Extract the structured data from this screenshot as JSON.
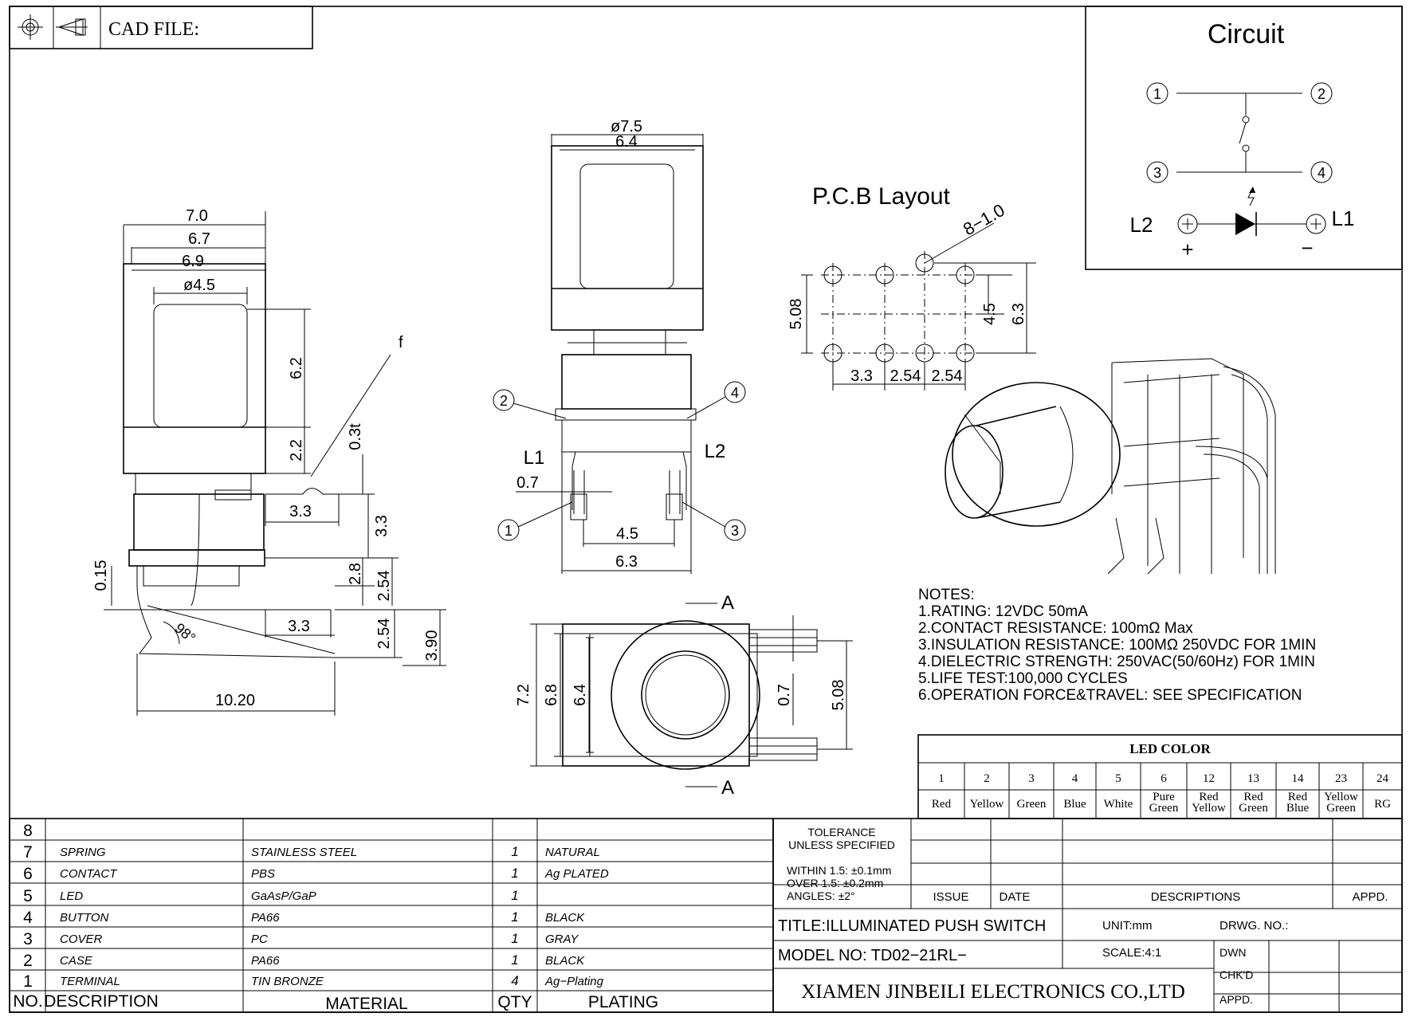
{
  "header": {
    "cad_label": "CAD FILE:"
  },
  "circuit": {
    "title": "Circuit",
    "pins": [
      "1",
      "2",
      "3",
      "4"
    ],
    "l1": "L1",
    "l2": "L2",
    "plus": "+",
    "minus": "−"
  },
  "pcb_layout": {
    "title": "P.C.B Layout",
    "dims": {
      "holes": "8−1.0",
      "h1": "5.08",
      "h2": "4.5",
      "h3": "6.3",
      "w1": "3.3",
      "w2": "2.54",
      "w3": "2.54"
    }
  },
  "side_view": {
    "dims": {
      "d70": "7.0",
      "d67": "6.7",
      "d69": "6.9",
      "d45": "ø4.5",
      "d62": "6.2",
      "d22": "2.2",
      "d03t": "0.3t",
      "f": "f",
      "d33a": "3.3",
      "d33b": "3.3",
      "d28": "2.8",
      "d254a": "2.54",
      "d015": "0.15",
      "d33c": "3.3",
      "d254b": "2.54",
      "d390": "3.90",
      "d98": "98°",
      "d1020": "10.20"
    }
  },
  "front_view": {
    "dims": {
      "d75": "ø7.5",
      "d64": "6.4",
      "d07": "0.7",
      "d45": "4.5",
      "d63": "6.3"
    },
    "labels": {
      "l1": "L1",
      "l2": "L2",
      "p1": "1",
      "p2": "2",
      "p3": "3",
      "p4": "4"
    }
  },
  "top_view": {
    "dims": {
      "d72": "7.2",
      "d68": "6.8",
      "d64": "6.4",
      "d07": "0.7",
      "d508": "5.08"
    },
    "section": "A"
  },
  "notes": [
    "NOTES:",
    "1.RATING:  12VDC  50mA",
    "2.CONTACT  RESISTANCE:  100mΩ  Max",
    "3.INSULATION  RESISTANCE:  100MΩ  250VDC  FOR  1MIN",
    "4.DIELECTRIC  STRENGTH:  250VAC(50/60Hz)  FOR  1MIN",
    "5.LIFE  TEST:100,000  CYCLES",
    "6.OPERATION  FORCE&TRAVEL:  SEE  SPECIFICATION"
  ],
  "led_color": {
    "title": "LED COLOR",
    "codes": [
      "1",
      "2",
      "3",
      "4",
      "5",
      "6",
      "12",
      "13",
      "14",
      "23",
      "24"
    ],
    "names": [
      [
        "Red"
      ],
      [
        "Yellow"
      ],
      [
        "Green"
      ],
      [
        "Blue"
      ],
      [
        "White"
      ],
      [
        "Pure",
        "Green"
      ],
      [
        "Red",
        "Yellow"
      ],
      [
        "Red",
        "Green"
      ],
      [
        "Red",
        "Blue"
      ],
      [
        "Yellow",
        "Green"
      ],
      [
        "RG"
      ]
    ]
  },
  "bom": {
    "headers": {
      "no": "NO.",
      "description": "DESCRIPTION",
      "material": "MATERIAL",
      "qty": "QTY",
      "plating": "PLATING"
    },
    "rows": [
      {
        "no": "8",
        "description": "",
        "material": "",
        "qty": "",
        "plating": ""
      },
      {
        "no": "7",
        "description": "SPRING",
        "material": "STAINLESS  STEEL",
        "qty": "1",
        "plating": "NATURAL"
      },
      {
        "no": "6",
        "description": "CONTACT",
        "material": "PBS",
        "qty": "1",
        "plating": "Ag  PLATED"
      },
      {
        "no": "5",
        "description": "LED",
        "material": "GaAsP/GaP",
        "qty": "1",
        "plating": ""
      },
      {
        "no": "4",
        "description": "BUTTON",
        "material": "PA66",
        "qty": "1",
        "plating": "BLACK"
      },
      {
        "no": "3",
        "description": "COVER",
        "material": "PC",
        "qty": "1",
        "plating": "GRAY"
      },
      {
        "no": "2",
        "description": "CASE",
        "material": "PA66",
        "qty": "1",
        "plating": "BLACK"
      },
      {
        "no": "1",
        "description": "TERMINAL",
        "material": "TIN  BRONZE",
        "qty": "4",
        "plating": "Ag−Plating"
      }
    ]
  },
  "title_block": {
    "tolerance": [
      "TOLERANCE",
      "UNLESS  SPECIFIED"
    ],
    "tolerance_values": [
      "WITHIN  1.5: ±0.1mm",
      "OVER  1.5:  ±0.2mm",
      "ANGLES: ±2°"
    ],
    "issue": "ISSUE",
    "date": "DATE",
    "descriptions": "DESCRIPTIONS",
    "appd": "APPD.",
    "title": "TITLE:ILLUMINATED  PUSH  SWITCH",
    "unit": "UNIT:mm",
    "drwg_no": "DRWG.  NO.:",
    "model": "MODEL  NO: TD02−21RL−",
    "scale": "SCALE:4:1",
    "dwn": "DWN",
    "chkd": "CHK'D",
    "appd2": "APPD.",
    "company": "XIAMEN JINBEILI ELECTRONICS CO.,LTD"
  }
}
